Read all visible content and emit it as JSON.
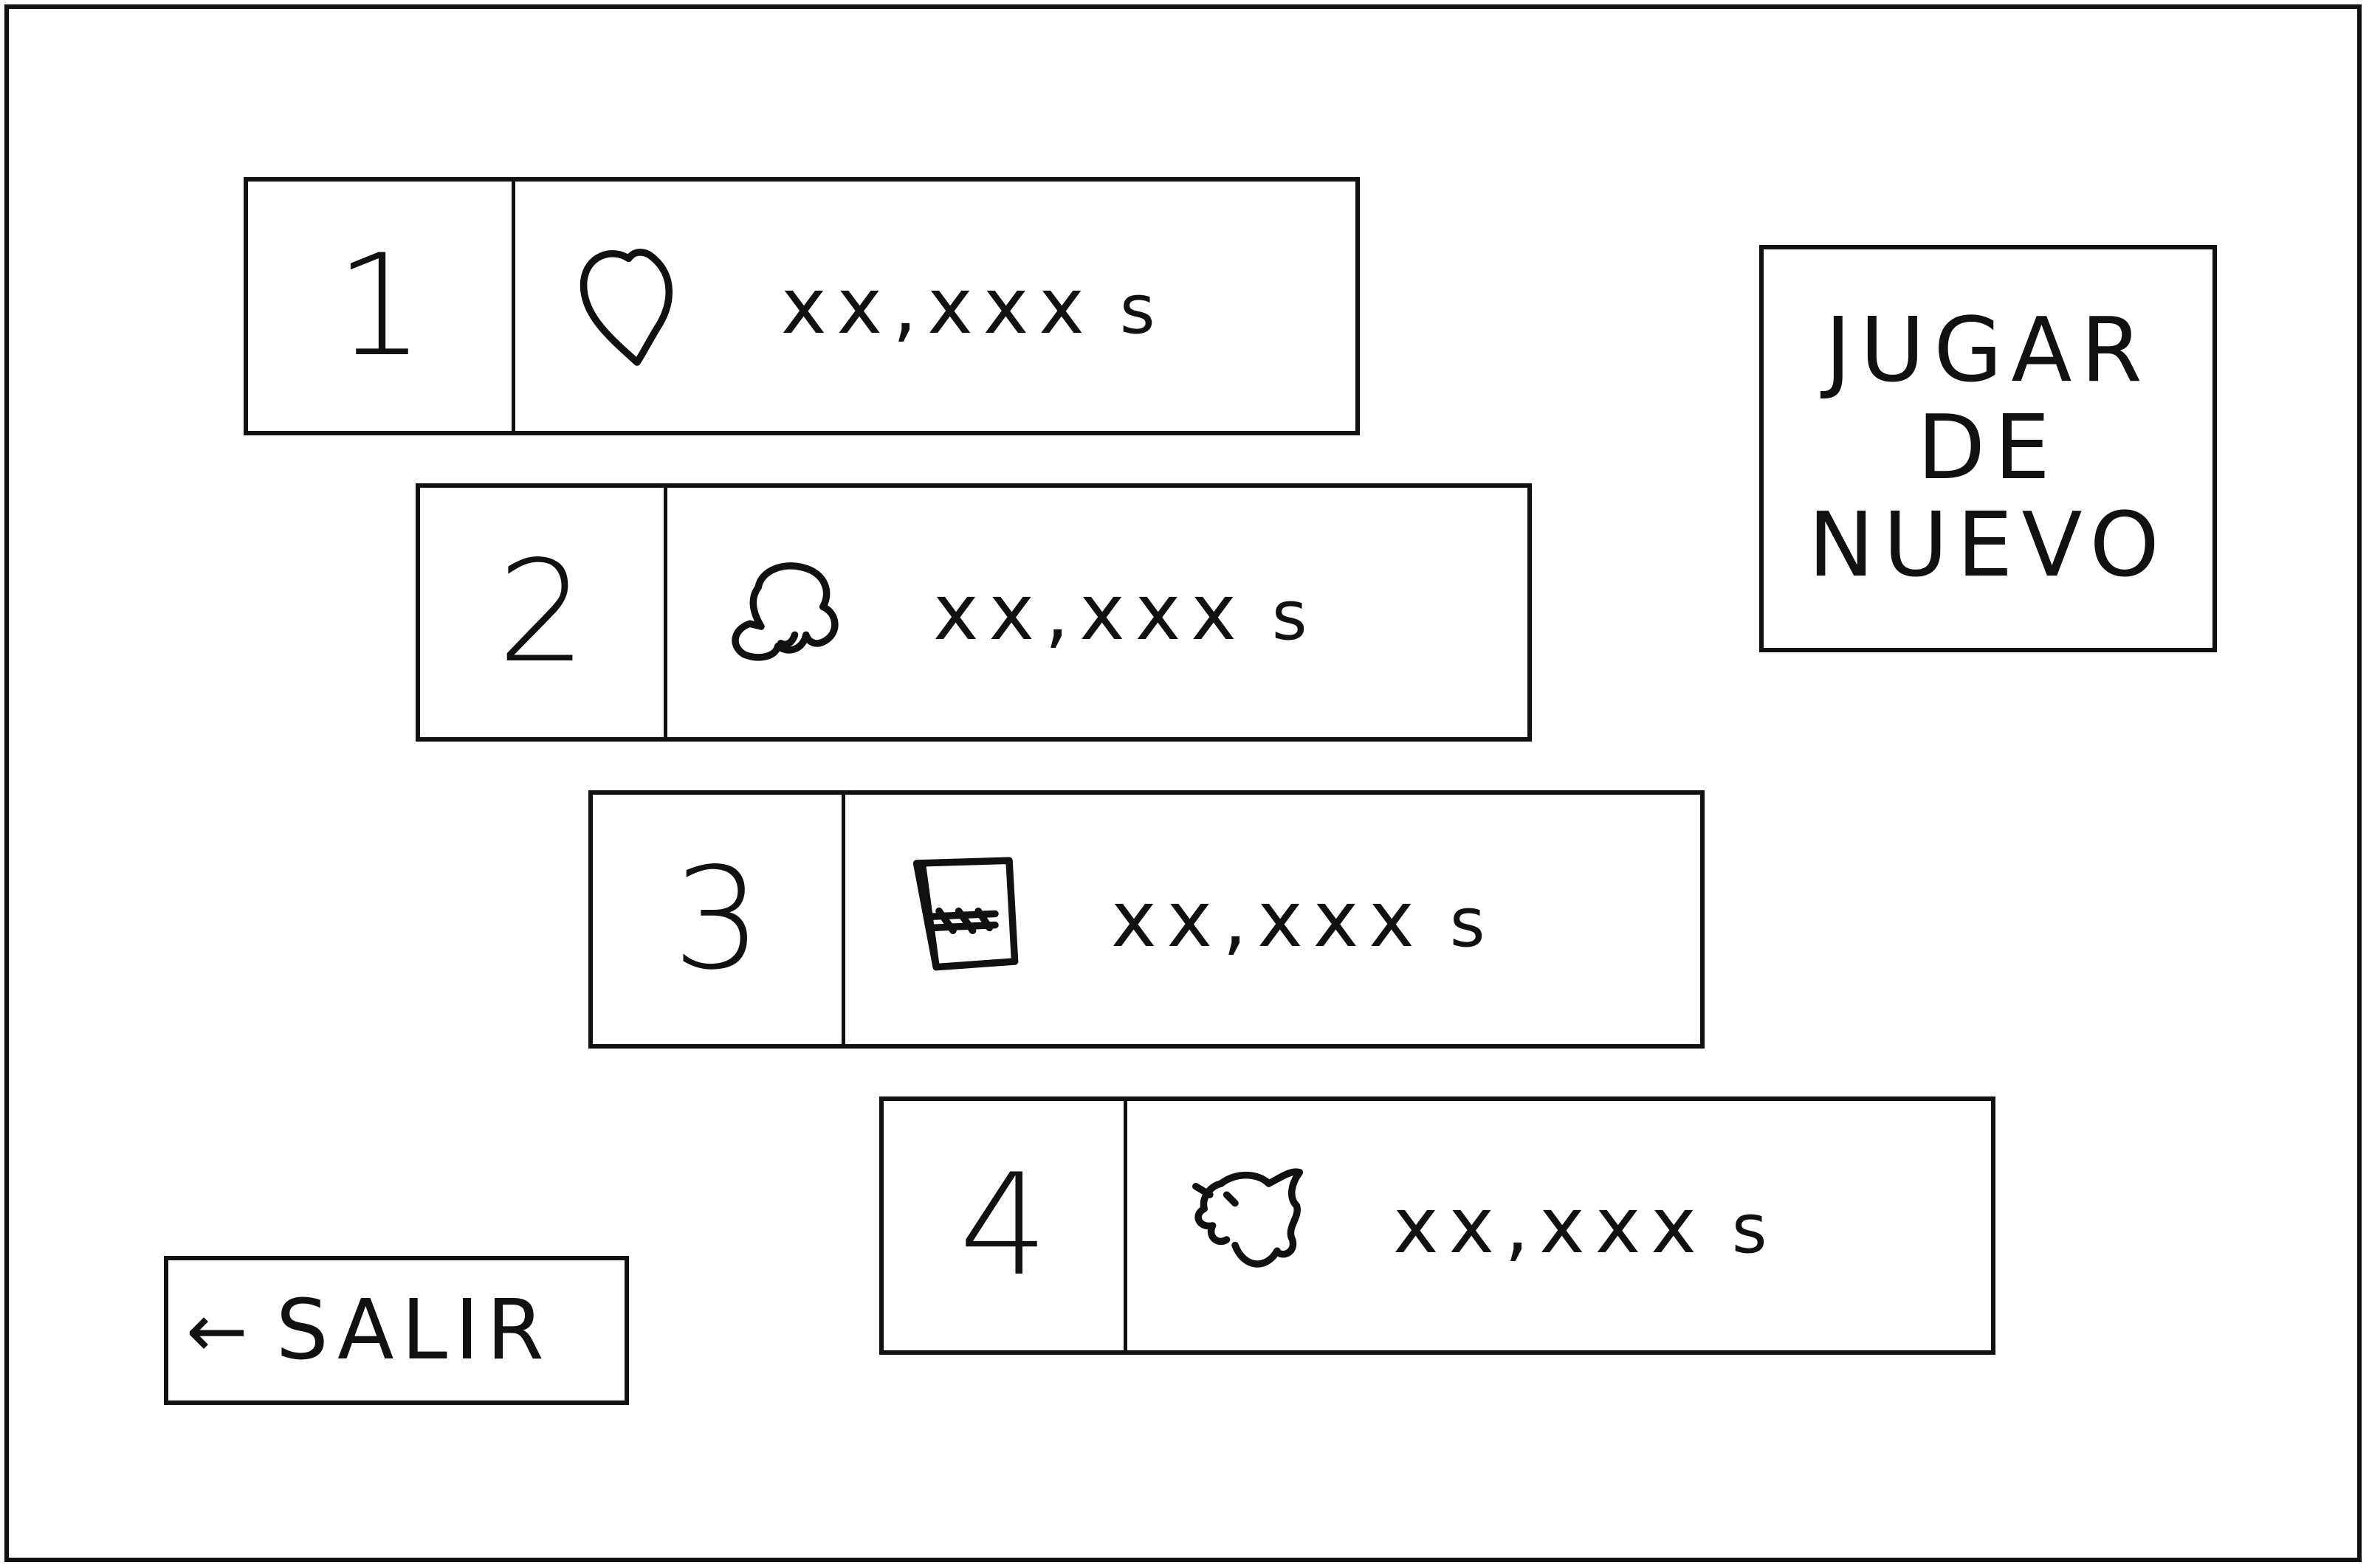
{
  "screen": {
    "leaderboard": [
      {
        "rank": "1",
        "avatar": "heart-icon",
        "time": "xx,xxx",
        "unit": "s"
      },
      {
        "rank": "2",
        "avatar": "cloud-icon",
        "time": "xx,xxx",
        "unit": "s"
      },
      {
        "rank": "3",
        "avatar": "box-icon",
        "time": "xx,xxx",
        "unit": "s"
      },
      {
        "rank": "4",
        "avatar": "creature-icon",
        "time": "xx,xxx",
        "unit": "s"
      }
    ],
    "play_again": {
      "line1": "JUGAR",
      "line2": "DE",
      "line3": "NUEVO"
    },
    "exit": {
      "arrow": "←",
      "label": "SALIR",
      "icon": "arrow-left-icon"
    }
  }
}
